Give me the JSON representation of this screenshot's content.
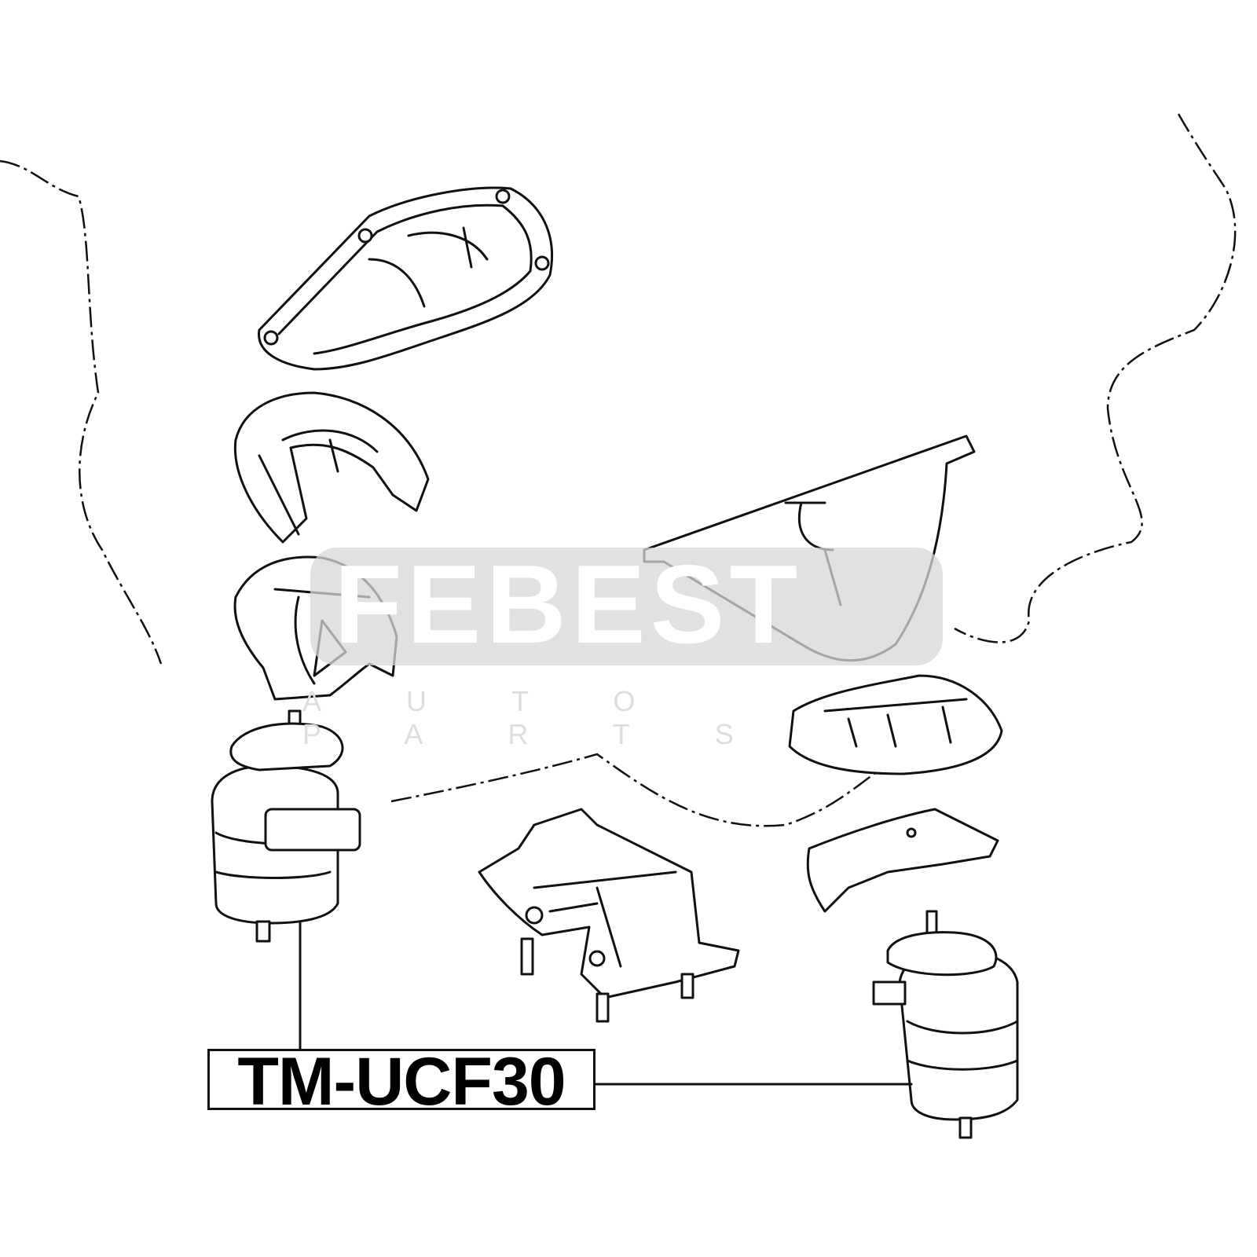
{
  "diagram": {
    "part_number": "TM-UCF30",
    "watermark": {
      "brand": "FEBEST",
      "tagline": "AUTO PARTS"
    },
    "colors": {
      "line": "#111111",
      "watermark_bg": "#d7d7d7"
    }
  }
}
